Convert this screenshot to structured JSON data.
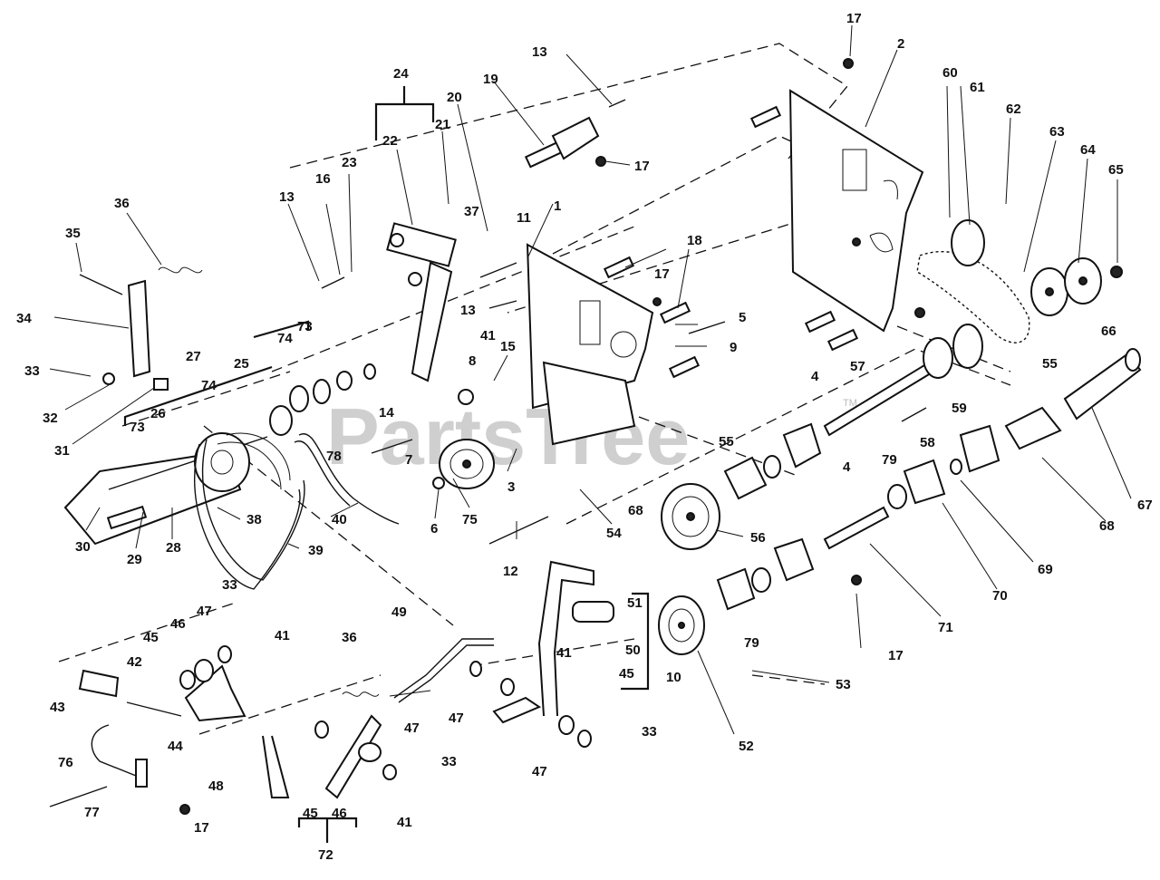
{
  "watermark": "PartsTree",
  "watermark_tm": "TM",
  "callouts": [
    {
      "id": "c1",
      "text": "1"
    },
    {
      "id": "c2",
      "text": "2"
    },
    {
      "id": "c3",
      "text": "3"
    },
    {
      "id": "c4a",
      "text": "4"
    },
    {
      "id": "c4b",
      "text": "4"
    },
    {
      "id": "c5",
      "text": "5"
    },
    {
      "id": "c6",
      "text": "6"
    },
    {
      "id": "c7",
      "text": "7"
    },
    {
      "id": "c8",
      "text": "8"
    },
    {
      "id": "c9",
      "text": "9"
    },
    {
      "id": "c10",
      "text": "10"
    },
    {
      "id": "c11",
      "text": "11"
    },
    {
      "id": "c12",
      "text": "12"
    },
    {
      "id": "c13a",
      "text": "13"
    },
    {
      "id": "c13b",
      "text": "13"
    },
    {
      "id": "c13c",
      "text": "13"
    },
    {
      "id": "c14",
      "text": "14"
    },
    {
      "id": "c15",
      "text": "15"
    },
    {
      "id": "c16",
      "text": "16"
    },
    {
      "id": "c17a",
      "text": "17"
    },
    {
      "id": "c17b",
      "text": "17"
    },
    {
      "id": "c17c",
      "text": "17"
    },
    {
      "id": "c17d",
      "text": "17"
    },
    {
      "id": "c17e",
      "text": "17"
    },
    {
      "id": "c18",
      "text": "18"
    },
    {
      "id": "c19",
      "text": "19"
    },
    {
      "id": "c20",
      "text": "20"
    },
    {
      "id": "c21",
      "text": "21"
    },
    {
      "id": "c22",
      "text": "22"
    },
    {
      "id": "c23",
      "text": "23"
    },
    {
      "id": "c24",
      "text": "24"
    },
    {
      "id": "c25",
      "text": "25"
    },
    {
      "id": "c26",
      "text": "26"
    },
    {
      "id": "c27",
      "text": "27"
    },
    {
      "id": "c28",
      "text": "28"
    },
    {
      "id": "c29",
      "text": "29"
    },
    {
      "id": "c30",
      "text": "30"
    },
    {
      "id": "c31",
      "text": "31"
    },
    {
      "id": "c32",
      "text": "32"
    },
    {
      "id": "c33a",
      "text": "33"
    },
    {
      "id": "c33b",
      "text": "33"
    },
    {
      "id": "c33c",
      "text": "33"
    },
    {
      "id": "c33d",
      "text": "33"
    },
    {
      "id": "c34",
      "text": "34"
    },
    {
      "id": "c35",
      "text": "35"
    },
    {
      "id": "c36a",
      "text": "36"
    },
    {
      "id": "c36b",
      "text": "36"
    },
    {
      "id": "c37",
      "text": "37"
    },
    {
      "id": "c38",
      "text": "38"
    },
    {
      "id": "c39",
      "text": "39"
    },
    {
      "id": "c40",
      "text": "40"
    },
    {
      "id": "c41a",
      "text": "41"
    },
    {
      "id": "c41b",
      "text": "41"
    },
    {
      "id": "c41c",
      "text": "41"
    },
    {
      "id": "c41d",
      "text": "41"
    },
    {
      "id": "c42",
      "text": "42"
    },
    {
      "id": "c43",
      "text": "43"
    },
    {
      "id": "c44",
      "text": "44"
    },
    {
      "id": "c45a",
      "text": "45"
    },
    {
      "id": "c45b",
      "text": "45"
    },
    {
      "id": "c45c",
      "text": "45"
    },
    {
      "id": "c46a",
      "text": "46"
    },
    {
      "id": "c46b",
      "text": "46"
    },
    {
      "id": "c47a",
      "text": "47"
    },
    {
      "id": "c47b",
      "text": "47"
    },
    {
      "id": "c47c",
      "text": "47"
    },
    {
      "id": "c47d",
      "text": "47"
    },
    {
      "id": "c48",
      "text": "48"
    },
    {
      "id": "c49",
      "text": "49"
    },
    {
      "id": "c50",
      "text": "50"
    },
    {
      "id": "c51",
      "text": "51"
    },
    {
      "id": "c52",
      "text": "52"
    },
    {
      "id": "c53",
      "text": "53"
    },
    {
      "id": "c54",
      "text": "54"
    },
    {
      "id": "c55a",
      "text": "55"
    },
    {
      "id": "c55b",
      "text": "55"
    },
    {
      "id": "c56",
      "text": "56"
    },
    {
      "id": "c57",
      "text": "57"
    },
    {
      "id": "c58",
      "text": "58"
    },
    {
      "id": "c59",
      "text": "59"
    },
    {
      "id": "c60",
      "text": "60"
    },
    {
      "id": "c61",
      "text": "61"
    },
    {
      "id": "c62",
      "text": "62"
    },
    {
      "id": "c63",
      "text": "63"
    },
    {
      "id": "c64",
      "text": "64"
    },
    {
      "id": "c65",
      "text": "65"
    },
    {
      "id": "c66",
      "text": "66"
    },
    {
      "id": "c67",
      "text": "67"
    },
    {
      "id": "c68a",
      "text": "68"
    },
    {
      "id": "c68b",
      "text": "68"
    },
    {
      "id": "c69",
      "text": "69"
    },
    {
      "id": "c70",
      "text": "70"
    },
    {
      "id": "c71",
      "text": "71"
    },
    {
      "id": "c72",
      "text": "72"
    },
    {
      "id": "c73a",
      "text": "73"
    },
    {
      "id": "c73b",
      "text": "73"
    },
    {
      "id": "c74a",
      "text": "74"
    },
    {
      "id": "c74b",
      "text": "74"
    },
    {
      "id": "c75",
      "text": "75"
    },
    {
      "id": "c76",
      "text": "76"
    },
    {
      "id": "c77",
      "text": "77"
    },
    {
      "id": "c78",
      "text": "78"
    },
    {
      "id": "c79a",
      "text": "79"
    },
    {
      "id": "c79b",
      "text": "79"
    }
  ]
}
